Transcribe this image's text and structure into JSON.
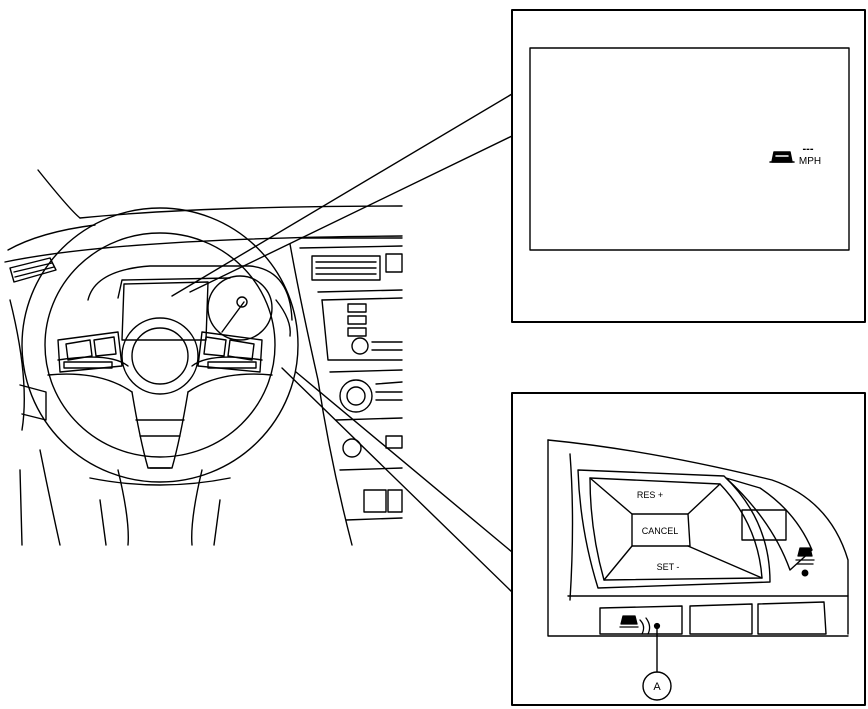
{
  "display_inset": {
    "speed_value": "---",
    "speed_unit": "MPH",
    "icon": "vehicle-ahead-icon"
  },
  "switch_inset": {
    "res_label": "RES +",
    "cancel_label": "CANCEL",
    "set_label": "SET -",
    "distance_icon": "vehicle-distance-icon",
    "assist_icon": "driver-assist-icon",
    "callout_label": "A"
  },
  "colors": {
    "line": "#000000",
    "background": "#ffffff"
  }
}
